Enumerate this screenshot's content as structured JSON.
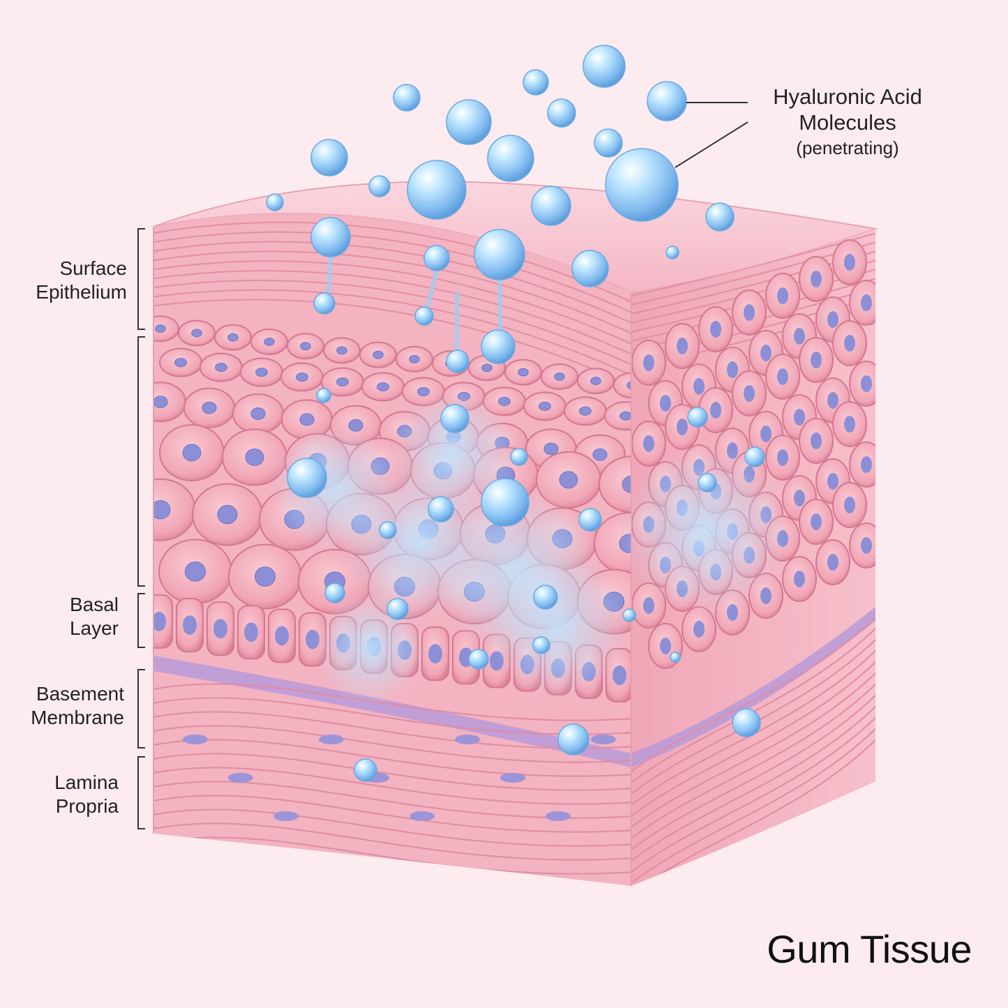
{
  "title": "Gum Tissue",
  "labels": {
    "surface_epithelium": [
      "Surface",
      "Epithelium"
    ],
    "basal_layer": [
      "Basal",
      "Layer"
    ],
    "basement_membrane": [
      "Basement",
      "Membrane"
    ],
    "lamina_propria": [
      "Lamina",
      "Propria"
    ],
    "hyaluronic": [
      "Hyaluronic Acid",
      "Molecules",
      "(penetrating)"
    ]
  },
  "colors": {
    "background": "#fcecf0",
    "tissue_light": "#f8c6d0",
    "tissue_mid": "#ef9fb1",
    "tissue_dark": "#d7788f",
    "nucleus": "#8c8fd6",
    "membrane": "#a98ad6",
    "molecule": "#8fc9f5",
    "molecule_glow": "#bfe6ff"
  }
}
